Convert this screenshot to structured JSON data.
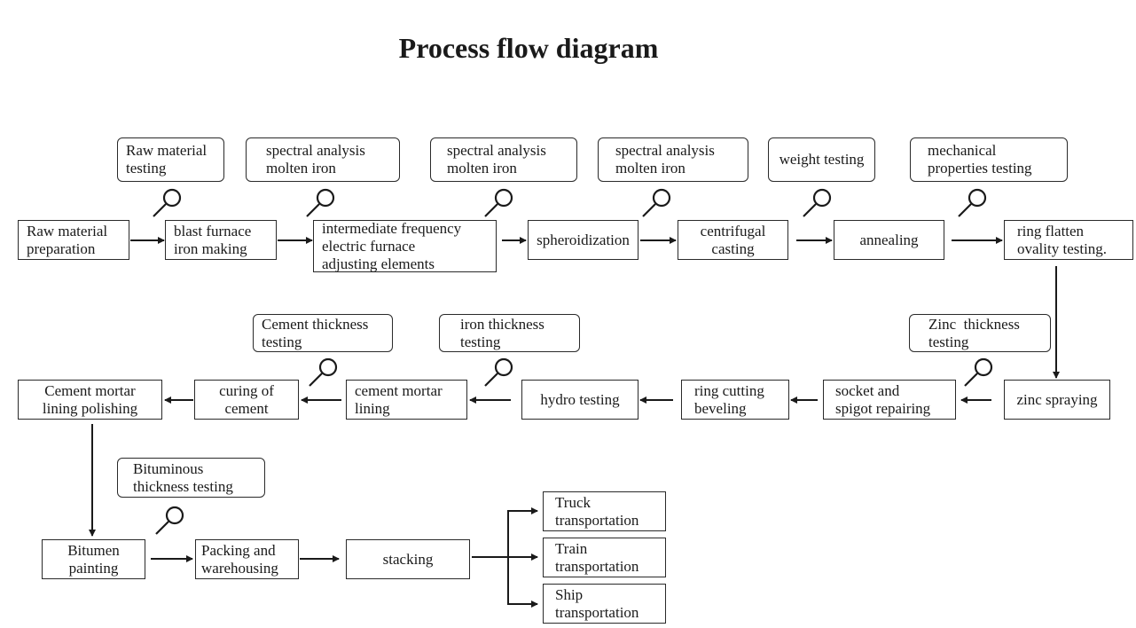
{
  "title": "Process flow diagram",
  "process": {
    "raw_material_preparation": [
      "Raw material",
      "preparation"
    ],
    "blast_furnace": [
      "blast furnace",
      "iron making"
    ],
    "intermediate_frequency": [
      "intermediate frequency",
      "electric furnace",
      "adjusting elements"
    ],
    "spheroidization": [
      "spheroidization"
    ],
    "centrifugal_casting": [
      "centrifugal",
      "casting"
    ],
    "annealing": [
      "annealing"
    ],
    "ring_flatten": [
      "ring flatten",
      "ovality testing."
    ],
    "zinc_spraying": [
      "zinc spraying"
    ],
    "socket_spigot": [
      "socket and",
      "spigot repairing"
    ],
    "ring_cutting": [
      "ring cutting",
      "beveling"
    ],
    "hydro_testing": [
      "hydro testing"
    ],
    "cement_mortar_lining": [
      "cement mortar",
      "lining"
    ],
    "curing_of_cement": [
      "curing of",
      "cement"
    ],
    "cement_mortar_polishing": [
      "Cement mortar",
      "lining polishing"
    ],
    "bitumen_painting": [
      "Bitumen",
      "painting"
    ],
    "packing_warehousing": [
      "Packing and",
      "warehousing"
    ],
    "stacking": [
      "stacking"
    ],
    "truck": [
      "Truck",
      "transportation"
    ],
    "train": [
      "Train",
      "transportation"
    ],
    "ship": [
      "Ship",
      "transportation"
    ]
  },
  "tests": {
    "raw_material_testing": [
      "Raw material",
      "testing"
    ],
    "spectral_1": [
      "spectral analysis",
      "molten iron"
    ],
    "spectral_2": [
      "spectral analysis",
      "molten iron"
    ],
    "spectral_3": [
      "spectral analysis",
      "molten iron"
    ],
    "weight_testing": [
      "weight testing"
    ],
    "mechanical": [
      "mechanical",
      "properties testing"
    ],
    "zinc_thickness": [
      "Zinc  thickness",
      "testing"
    ],
    "iron_thickness": [
      "iron thickness",
      "testing"
    ],
    "cement_thickness": [
      "Cement thickness",
      "testing"
    ],
    "bituminous": [
      "Bituminous",
      "thickness testing"
    ]
  },
  "icons": {
    "inspection": "magnifier-icon"
  }
}
